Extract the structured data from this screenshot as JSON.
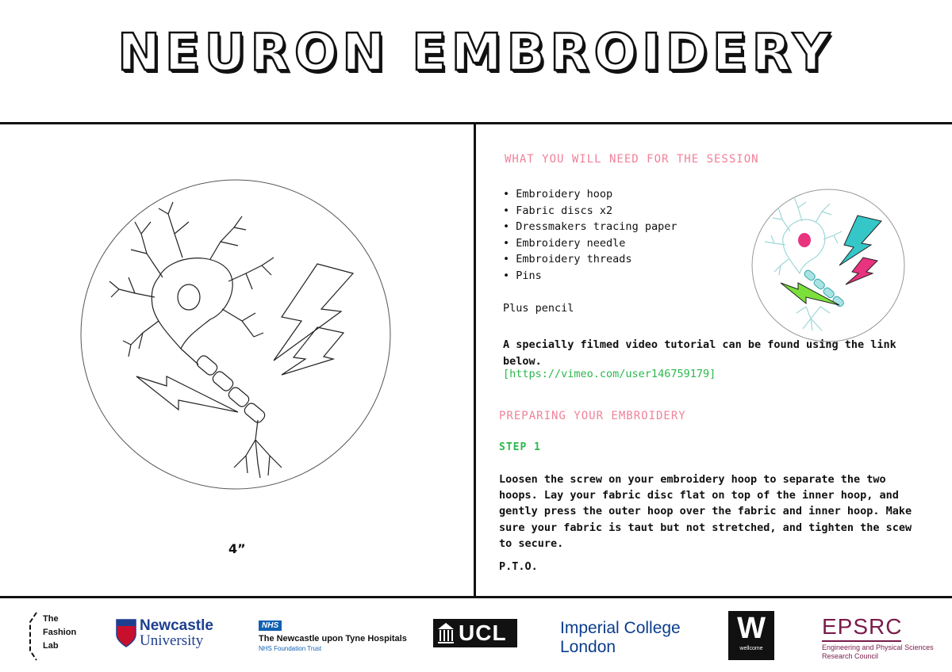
{
  "title": "NEURON EMBROIDERY",
  "left": {
    "size_label": "4”"
  },
  "right": {
    "needs_heading": "WHAT YOU WILL NEED FOR THE SESSION",
    "items": [
      "Embroidery hoop",
      "Fabric discs x2",
      "Dressmakers tracing paper",
      "Embroidery needle",
      "Embroidery threads",
      "Pins"
    ],
    "plus": "Plus pencil",
    "video_text": "A specially filmed video tutorial can be found using the link below.",
    "link": "[https://vimeo.com/user146759179]",
    "prep_heading": "PREPARING YOUR EMBROIDERY",
    "step_label": "STEP 1",
    "step_text": "Loosen the screw on your embroidery hoop to separate the two hoops. Lay your fabric disc flat on top of the inner hoop, and gently press the outer hoop over the fabric and inner hoop. Make sure your fabric is taut but not stretched, and tighten the scew to secure.",
    "pto": "P.T.O."
  },
  "logos": {
    "fashion_lab": [
      "The",
      "Fashion",
      "Lab"
    ],
    "newcastle": [
      "Newcastle",
      "University"
    ],
    "nhs": {
      "badge": "NHS",
      "line1": "The Newcastle upon Tyne Hospitals",
      "line2": "NHS Foundation Trust"
    },
    "ucl": "UCL",
    "imperial": [
      "Imperial College",
      "London"
    ],
    "wellcome": {
      "mark": "W",
      "name": "wellcome"
    },
    "epsrc": {
      "name": "EPSRC",
      "line1": "Engineering and Physical Sciences",
      "line2": "Research Council"
    }
  },
  "colors": {
    "pink": "#f0819a",
    "green": "#2ab84c",
    "cyan": "#35c6c8",
    "lime": "#7be03a",
    "magenta": "#e8337f"
  }
}
